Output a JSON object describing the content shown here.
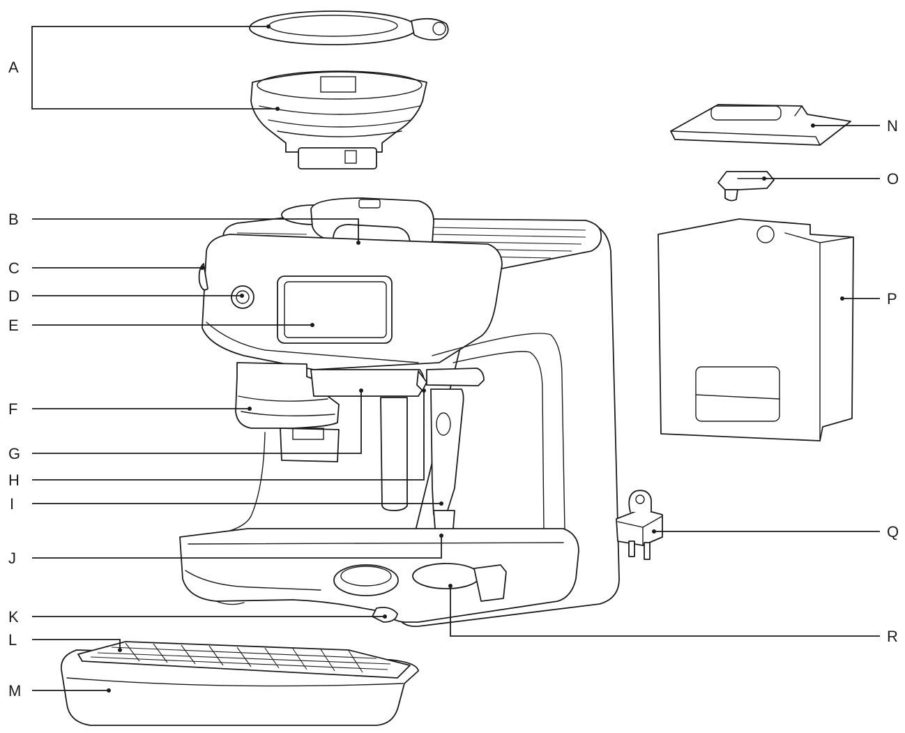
{
  "diagram": {
    "type": "exploded-parts-diagram",
    "colors": {
      "ink": "#1a1a1a",
      "background": "#ffffff"
    },
    "callouts": [
      {
        "id": "A",
        "label": "A",
        "side": "left"
      },
      {
        "id": "B",
        "label": "B",
        "side": "left"
      },
      {
        "id": "C",
        "label": "C",
        "side": "left"
      },
      {
        "id": "D",
        "label": "D",
        "side": "left"
      },
      {
        "id": "E",
        "label": "E",
        "side": "left"
      },
      {
        "id": "F",
        "label": "F",
        "side": "left"
      },
      {
        "id": "G",
        "label": "G",
        "side": "left"
      },
      {
        "id": "H",
        "label": "H",
        "side": "left"
      },
      {
        "id": "I",
        "label": "I",
        "side": "left"
      },
      {
        "id": "J",
        "label": "J",
        "side": "left"
      },
      {
        "id": "K",
        "label": "K",
        "side": "left"
      },
      {
        "id": "L",
        "label": "L",
        "side": "left"
      },
      {
        "id": "M",
        "label": "M",
        "side": "left"
      },
      {
        "id": "N",
        "label": "N",
        "side": "right"
      },
      {
        "id": "O",
        "label": "O",
        "side": "right"
      },
      {
        "id": "P",
        "label": "P",
        "side": "right"
      },
      {
        "id": "Q",
        "label": "Q",
        "side": "right"
      },
      {
        "id": "R",
        "label": "R",
        "side": "right"
      }
    ]
  }
}
